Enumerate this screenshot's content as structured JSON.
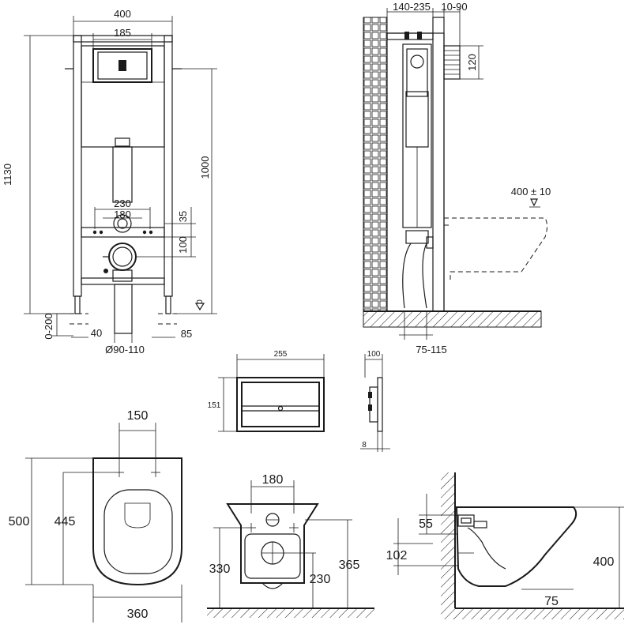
{
  "frame_front": {
    "width": "400",
    "flush_width": "185",
    "height_total": "1130",
    "height_cistern": "1000",
    "bolt_spacing": "230",
    "bolt_inner": "180",
    "offset_35": "35",
    "offset_100": "100",
    "leg_range": "0-200",
    "foot_40": "40",
    "drain_diameter": "Ø90-110",
    "foot_85": "85",
    "floor_mark": "0"
  },
  "frame_side": {
    "depth": "140-235",
    "offset": "10-90",
    "height_120": "120",
    "seat_height": "400 ± 10",
    "drain_offset": "75-115"
  },
  "flush_plate": {
    "width": "255",
    "height": "151",
    "depth": "100",
    "thickness": "8"
  },
  "bowl_top": {
    "bolt_spacing": "150",
    "length": "500",
    "inner_length": "445",
    "width": "360"
  },
  "bowl_front": {
    "bolt_spacing": "180",
    "height_330": "330",
    "height_230": "230",
    "height_365": "365"
  },
  "bowl_side": {
    "offset_55": "55",
    "offset_102": "102",
    "height_400": "400",
    "offset_75": "75"
  }
}
